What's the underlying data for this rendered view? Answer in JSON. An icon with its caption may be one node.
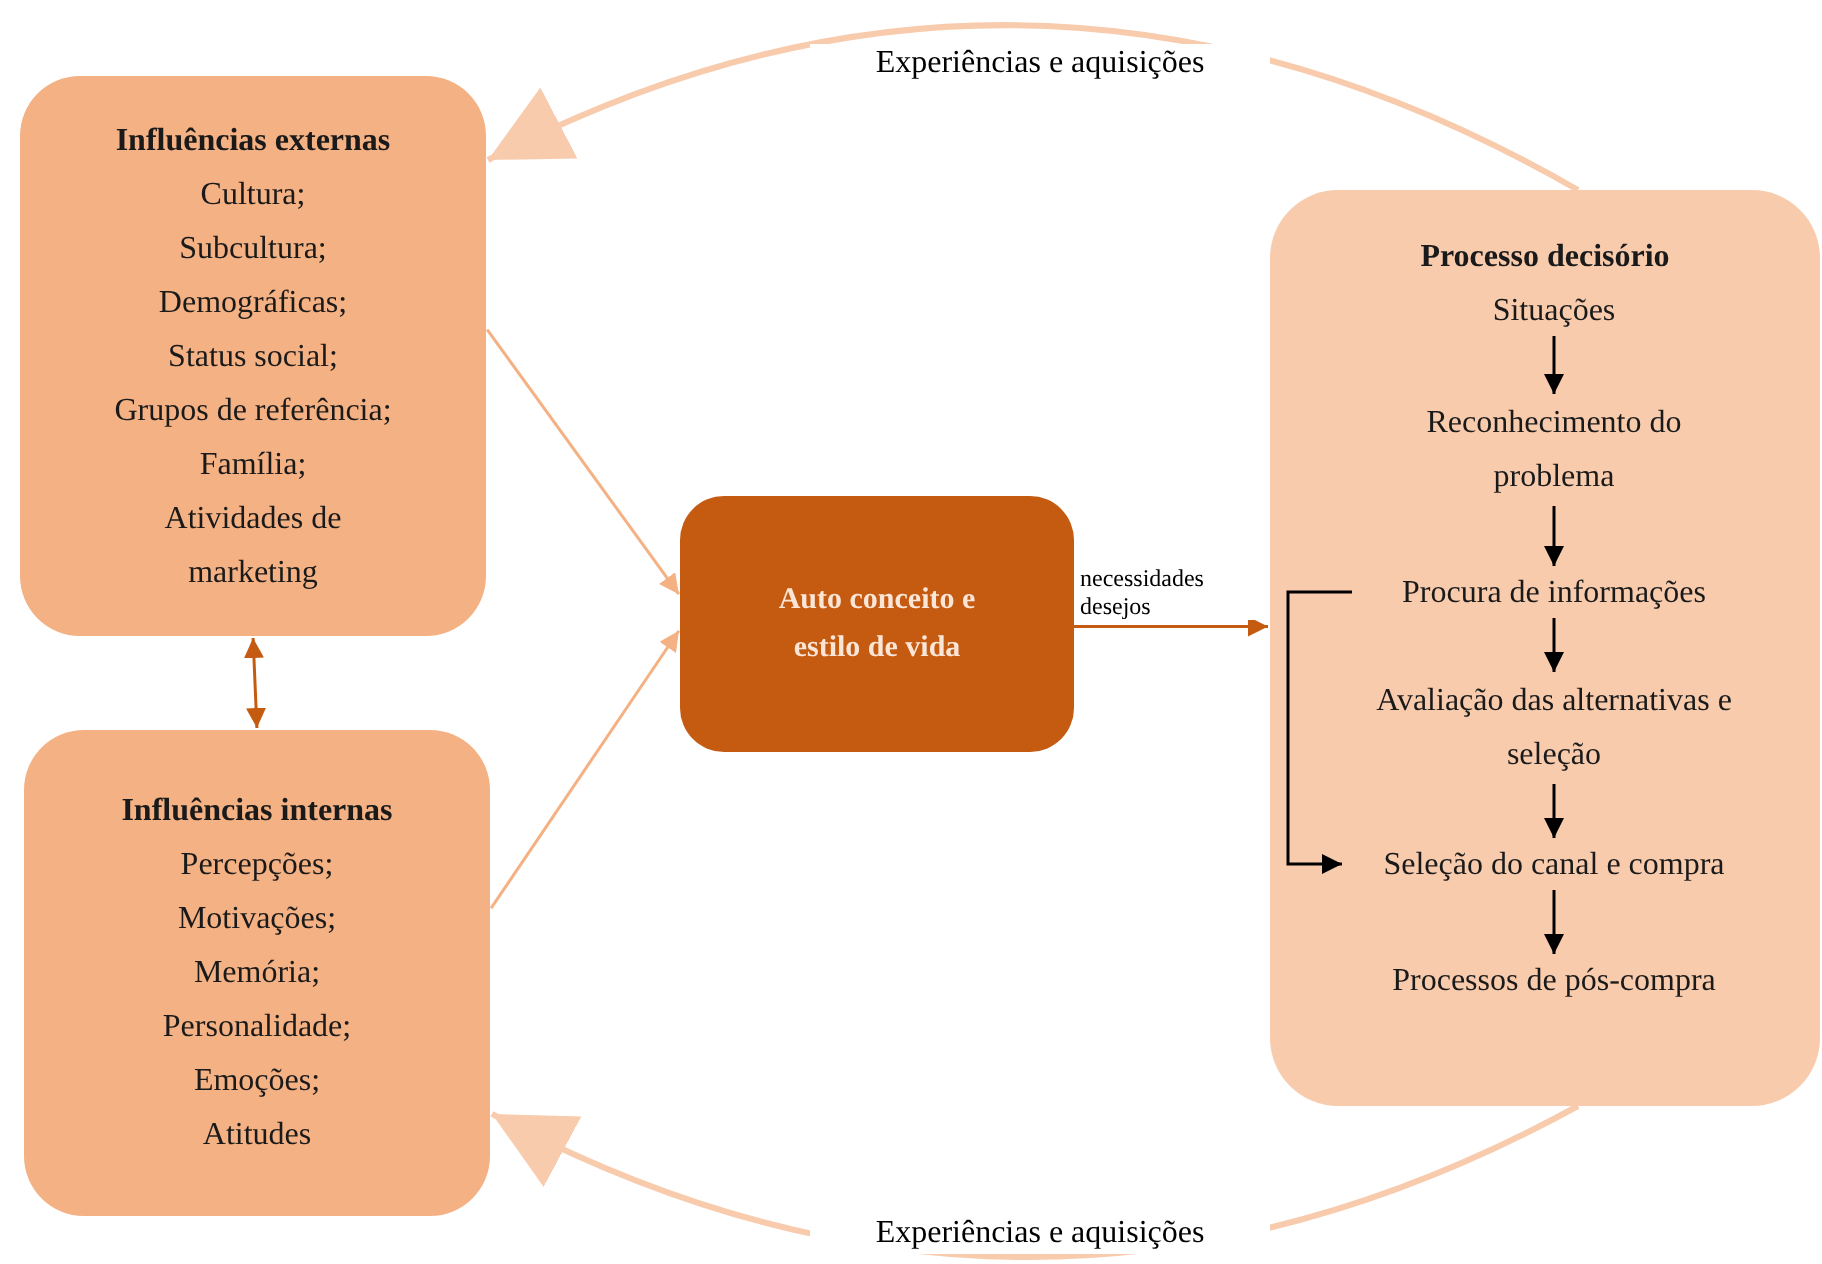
{
  "diagram": {
    "nodes": [
      {
        "text": [
          "Influências externas",
          "Cultura;",
          "Subcultura;",
          "Demográficas;",
          "Status social;",
          "Grupos de referência;",
          "Família;",
          "Atividades de marketing"
        ]
      },
      {
        "text": [
          "Influências internas",
          "Percepções;",
          "Motivações;",
          "Memória;",
          "Personalidade;",
          "Emoções;",
          "Atitudes"
        ]
      },
      {
        "text": [
          "Auto conceito e estilo de vida"
        ]
      },
      {
        "text": [
          "Processo decisório"
        ]
      },
      {
        "text": [
          "Situações"
        ],
        "in": 3
      },
      {
        "text": [
          "Reconhecimento do problema"
        ],
        "in": 3
      },
      {
        "text": [
          "Procura de informações"
        ],
        "in": 3
      },
      {
        "text": [
          "Avaliação das alternativas e seleção"
        ],
        "in": 3
      },
      {
        "text": [
          "Seleção do canal e compra"
        ],
        "in": 3
      },
      {
        "text": [
          "Processos de pós-compra"
        ],
        "in": 3
      }
    ],
    "edges": [
      {
        "from": 0,
        "to": 1,
        "arrow": "both",
        "color": "#c55a11"
      },
      {
        "from": 0,
        "to": 2,
        "arrow": "to",
        "color": "#f4b183"
      },
      {
        "from": 1,
        "to": 2,
        "arrow": "to",
        "color": "#f4b183"
      },
      {
        "from": 2,
        "to": 3,
        "arrow": "to",
        "label": "necessidades desejos",
        "color": "#c55a11"
      },
      {
        "from": 4,
        "to": 5,
        "arrow": "to"
      },
      {
        "from": 5,
        "to": 6,
        "arrow": "to"
      },
      {
        "from": 6,
        "to": 7,
        "arrow": "to"
      },
      {
        "from": 7,
        "to": 8,
        "arrow": "to"
      },
      {
        "from": 8,
        "to": 9,
        "arrow": "to"
      },
      {
        "from": 6,
        "to": 8,
        "arrow": "to"
      },
      {
        "from": 3,
        "to": 0,
        "arrow": "to",
        "label": "Experiências e aquisições",
        "style": "thick",
        "color": "#f8cbad"
      },
      {
        "from": 3,
        "to": 1,
        "arrow": "to",
        "label": "Experiências e aquisições",
        "style": "thick",
        "color": "#f8cbad"
      }
    ]
  }
}
